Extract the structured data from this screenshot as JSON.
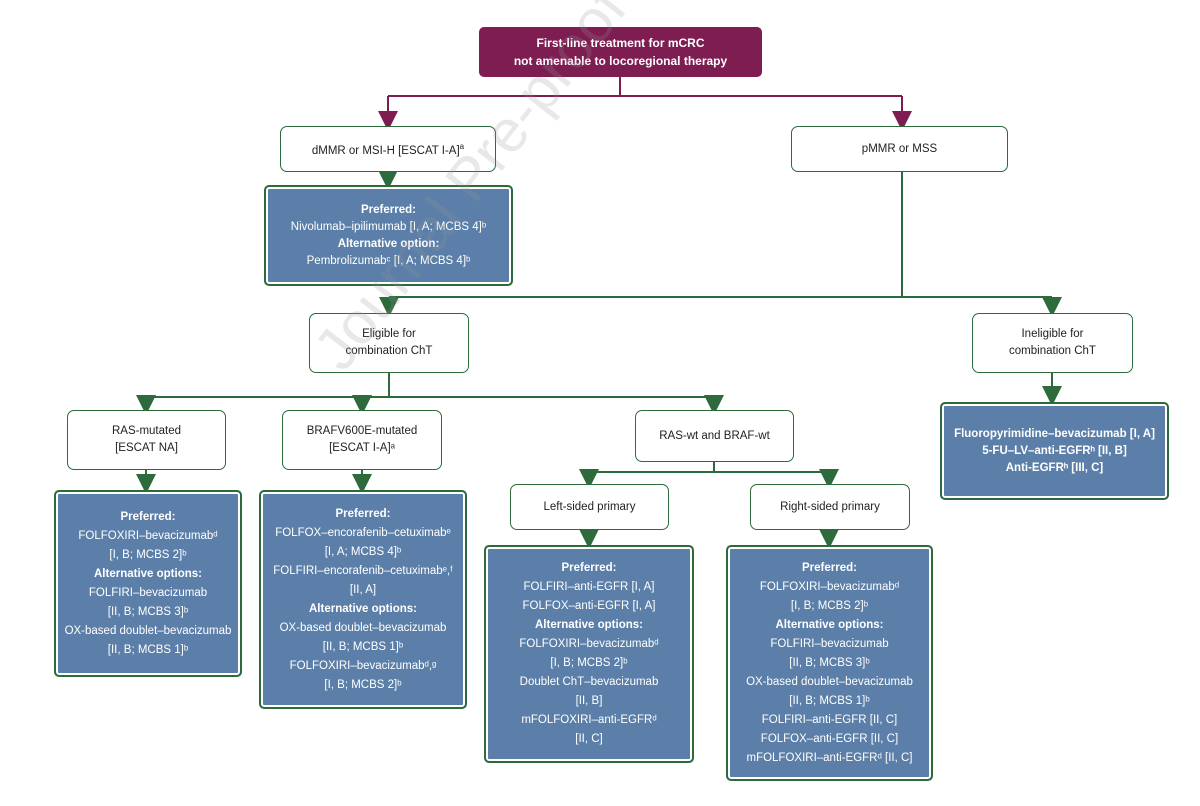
{
  "root": {
    "line1": "First-line treatment for mCRC",
    "line2": "not amenable to locoregional therapy"
  },
  "dmmr": {
    "label": "dMMR or MSI-H [ESCAT I-A]",
    "sup": "a"
  },
  "pmmr": {
    "label": "pMMR or MSS"
  },
  "dmmr_rec": {
    "lines": [
      "Preferred:",
      "Nivolumab–ipilimumab [I, A; MCBS 4]ᵇ",
      "Alternative option:",
      "Pembrolizumabᶜ [I, A; MCBS 4]ᵇ"
    ]
  },
  "eligible": {
    "lines": [
      "Eligible for",
      "combination ChT"
    ]
  },
  "ineligible": {
    "lines": [
      "Ineligible for",
      "combination ChT"
    ]
  },
  "ineligible_rec": {
    "lines": [
      "Fluoropyrimidine–bevacizumab [I, A]",
      "5-FU–LV–anti-EGFRʰ [II, B]",
      "Anti-EGFRʰ [III, C]"
    ]
  },
  "ras_mut": {
    "lines": [
      "RAS-mutated",
      "[ESCAT NA]"
    ]
  },
  "braf_mut": {
    "lines": [
      "BRAFV600E-mutated",
      "[ESCAT I-A]ᵃ"
    ]
  },
  "ras_wt": {
    "lines": [
      "RAS-wt and BRAF-wt"
    ]
  },
  "left_sided": {
    "label": "Left-sided primary"
  },
  "right_sided": {
    "label": "Right-sided primary"
  },
  "ras_rec": {
    "lines": [
      "Preferred:",
      "FOLFOXIRI–bevacizumabᵈ",
      "[I, B; MCBS 2]ᵇ",
      "Alternative options:",
      "FOLFIRI–bevacizumab",
      "[II, B; MCBS 3]ᵇ",
      "OX-based doublet–bevacizumab",
      "[II, B; MCBS 1]ᵇ"
    ]
  },
  "braf_rec": {
    "lines": [
      "Preferred:",
      "FOLFOX–encorafenib–cetuximabᵉ",
      "[I, A; MCBS 4]ᵇ",
      "FOLFIRI–encorafenib–cetuximabᵉ,ᶠ",
      "[II, A]",
      "Alternative options:",
      "OX-based doublet–bevacizumab",
      "[II, B; MCBS 1]ᵇ",
      "FOLFOXIRI–bevacizumabᵈ,ᵍ",
      "[I, B; MCBS 2]ᵇ"
    ]
  },
  "left_rec": {
    "lines": [
      "Preferred:",
      "FOLFIRI–anti-EGFR [I, A]",
      "FOLFOX–anti-EGFR [I, A]",
      "Alternative options:",
      "FOLFOXIRI–bevacizumabᵈ",
      "[I, B; MCBS 2]ᵇ",
      "Doublet ChT–bevacizumab",
      "[II, B]",
      "mFOLFOXIRI–anti-EGFRᵈ",
      "[II, C]"
    ]
  },
  "right_rec": {
    "lines": [
      "Preferred:",
      "FOLFOXIRI–bevacizumabᵈ",
      "[I, B; MCBS 2]ᵇ",
      "Alternative options:",
      "FOLFIRI–bevacizumab",
      "[II, B; MCBS 3]ᵇ",
      "OX-based doublet–bevacizumab",
      "[II, B; MCBS 1]ᵇ",
      "FOLFIRI–anti-EGFR [II, C]",
      "FOLFOX–anti-EGFR [II, C]",
      "mFOLFOXIRI–anti-EGFRᵈ [II, C]"
    ]
  },
  "watermark": "Journal Pre-proof",
  "colors": {
    "top_box": "#7d1d52",
    "rec_box": "#5b7fa8",
    "border_green": "#2d6a3c",
    "connector_purple": "#7d1d52"
  }
}
